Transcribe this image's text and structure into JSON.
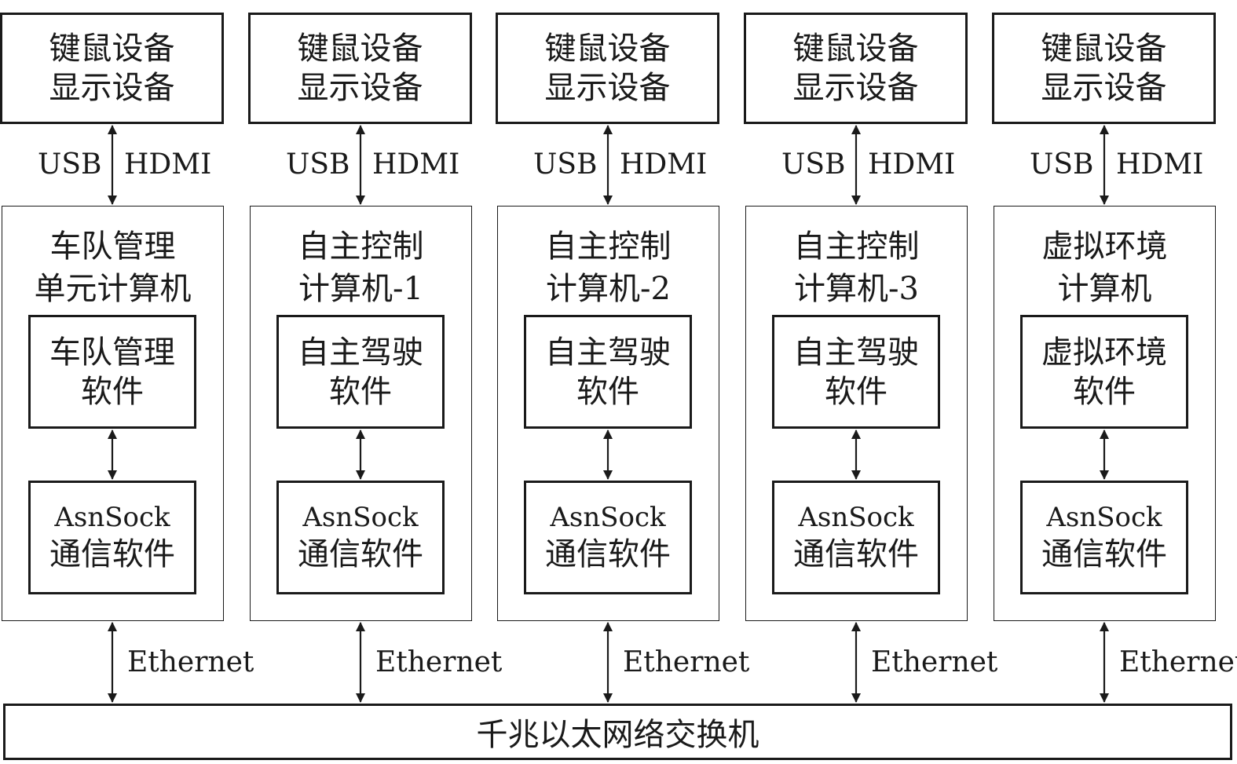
{
  "columns": [
    {
      "peripherals": [
        "键鼠设备",
        "显示设备"
      ],
      "link_left": "USB",
      "link_right": "HDMI",
      "computer": [
        "车队管理",
        "单元计算机"
      ],
      "software": [
        "车队管理",
        "软件"
      ],
      "comm": [
        "AsnSock",
        "通信软件"
      ],
      "network_link": "Ethernet"
    },
    {
      "peripherals": [
        "键鼠设备",
        "显示设备"
      ],
      "link_left": "USB",
      "link_right": "HDMI",
      "computer": [
        "自主控制",
        "计算机-1"
      ],
      "software": [
        "自主驾驶",
        "软件"
      ],
      "comm": [
        "AsnSock",
        "通信软件"
      ],
      "network_link": "Ethernet"
    },
    {
      "peripherals": [
        "键鼠设备",
        "显示设备"
      ],
      "link_left": "USB",
      "link_right": "HDMI",
      "computer": [
        "自主控制",
        "计算机-2"
      ],
      "software": [
        "自主驾驶",
        "软件"
      ],
      "comm": [
        "AsnSock",
        "通信软件"
      ],
      "network_link": "Ethernet"
    },
    {
      "peripherals": [
        "键鼠设备",
        "显示设备"
      ],
      "link_left": "USB",
      "link_right": "HDMI",
      "computer": [
        "自主控制",
        "计算机-3"
      ],
      "software": [
        "自主驾驶",
        "软件"
      ],
      "comm": [
        "AsnSock",
        "通信软件"
      ],
      "network_link": "Ethernet"
    },
    {
      "peripherals": [
        "键鼠设备",
        "显示设备"
      ],
      "link_left": "USB",
      "link_right": "HDMI",
      "computer": [
        "虚拟环境",
        "计算机"
      ],
      "software": [
        "虚拟环境",
        "软件"
      ],
      "comm": [
        "AsnSock",
        "通信软件"
      ],
      "network_link": "Ethernet"
    }
  ],
  "switch": {
    "label": "千兆以太网络交换机"
  }
}
